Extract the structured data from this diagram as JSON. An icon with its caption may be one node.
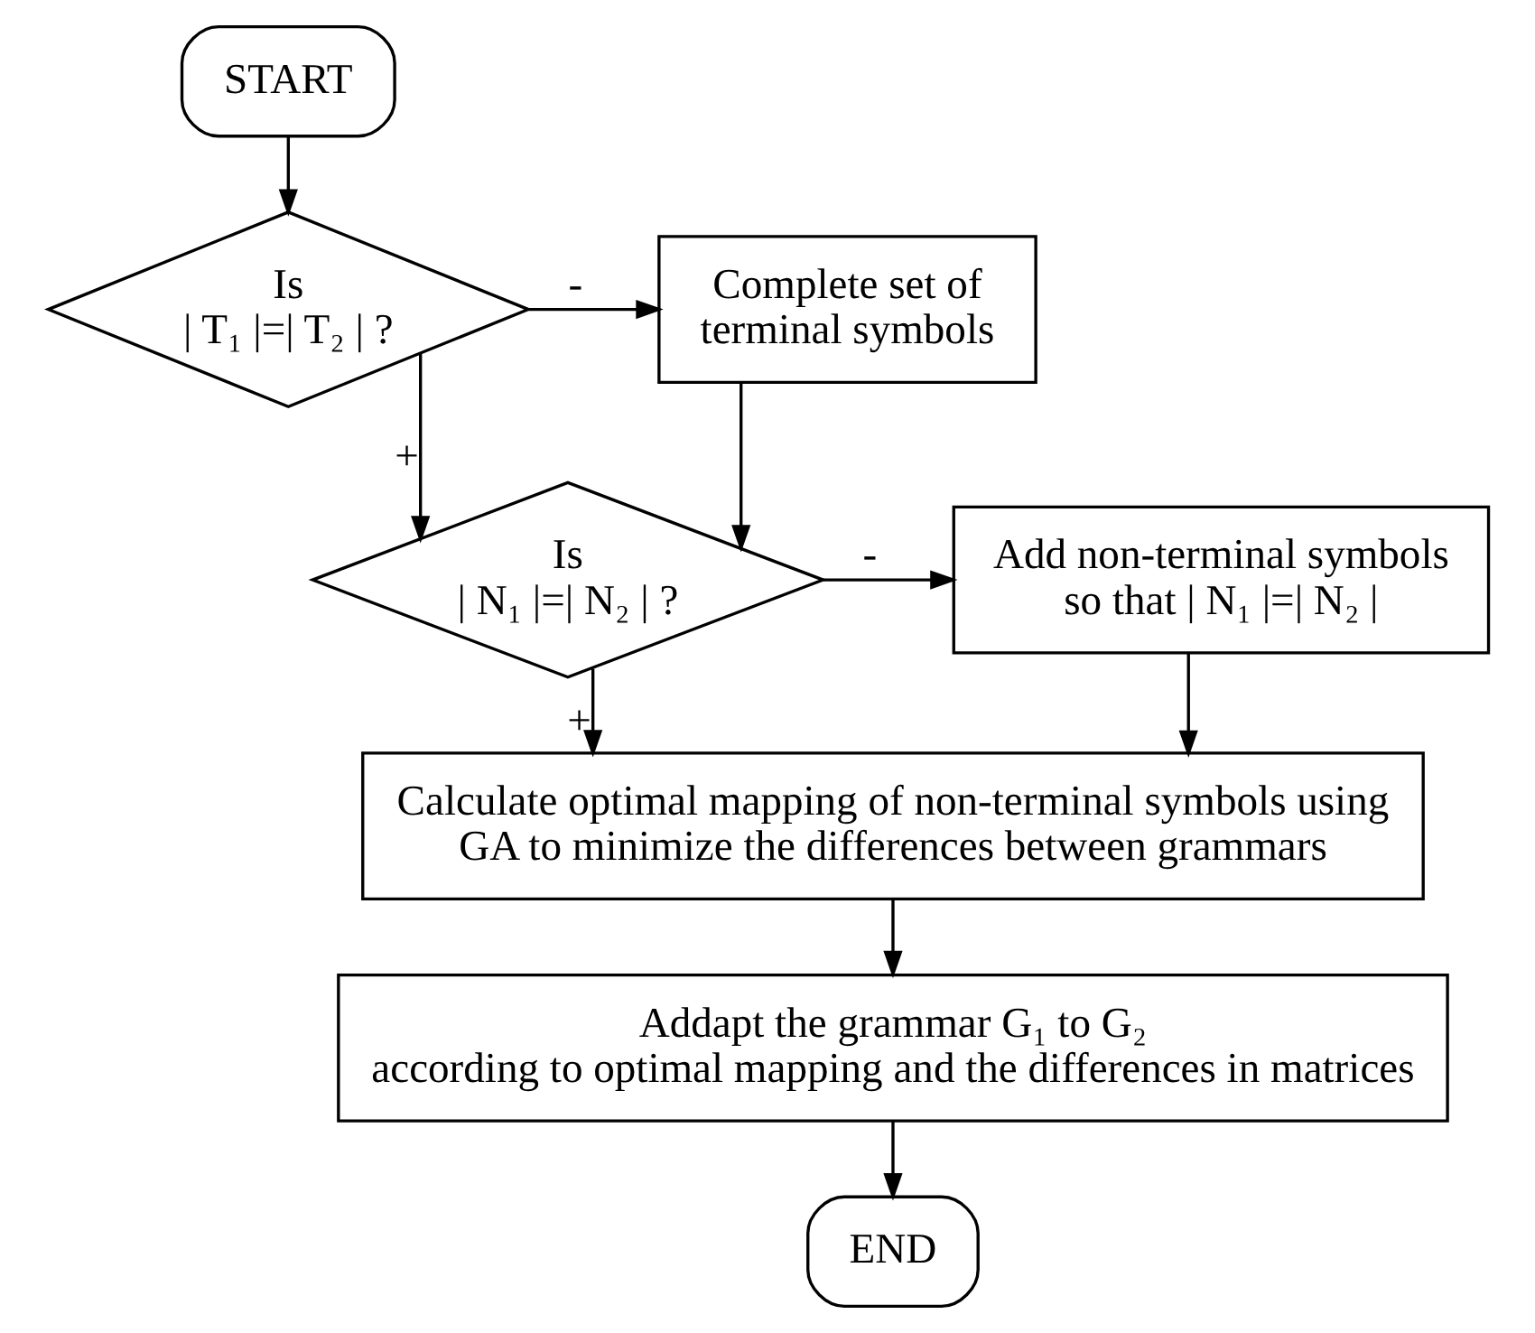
{
  "diagram": {
    "nodes": [
      {
        "text": [
          "START"
        ]
      },
      {
        "text": [
          "Is | T₁ |=| T₂ | ?"
        ]
      },
      {
        "text": [
          "Complete set of terminal symbols"
        ]
      },
      {
        "text": [
          "Is | N₁ |=| N₂ | ?"
        ]
      },
      {
        "text": [
          "Add non-terminal symbols so that | N₁ |=| N₂ |"
        ]
      },
      {
        "text": [
          "Calculate optimal mapping of non-terminal symbols using GA to minimize the differences between grammars"
        ]
      },
      {
        "text": [
          "Addapt the grammar G₁ to G₂ according to optimal mapping and the differences in matrices"
        ]
      },
      {
        "text": [
          "END"
        ]
      }
    ],
    "edges": [
      {
        "from": 0,
        "to": 1,
        "arrow": "to"
      },
      {
        "from": 1,
        "to": 2,
        "arrow": "to",
        "label": "-"
      },
      {
        "from": 1,
        "to": 3,
        "arrow": "to",
        "label": "+"
      },
      {
        "from": 2,
        "to": 3,
        "arrow": "to"
      },
      {
        "from": 3,
        "to": 4,
        "arrow": "to",
        "label": "-"
      },
      {
        "from": 3,
        "to": 5,
        "arrow": "to",
        "label": "+"
      },
      {
        "from": 4,
        "to": 5,
        "arrow": "to"
      },
      {
        "from": 5,
        "to": 6,
        "arrow": "to"
      },
      {
        "from": 6,
        "to": 7,
        "arrow": "to"
      }
    ]
  }
}
